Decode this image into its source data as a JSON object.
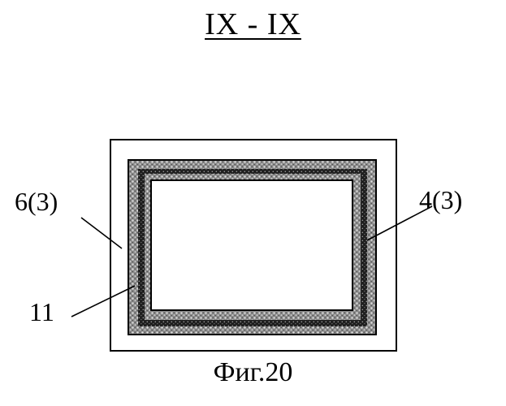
{
  "title": "IX - IX",
  "caption": "Фиг.20",
  "labels": {
    "outer_element": "6(3)",
    "middle_element": "4(3)",
    "inner_ring": "11"
  },
  "colors": {
    "line": "#000000",
    "ring_fill": "#9a9a9a",
    "dark_band": "#1c1c1c",
    "paper": "#ffffff"
  }
}
